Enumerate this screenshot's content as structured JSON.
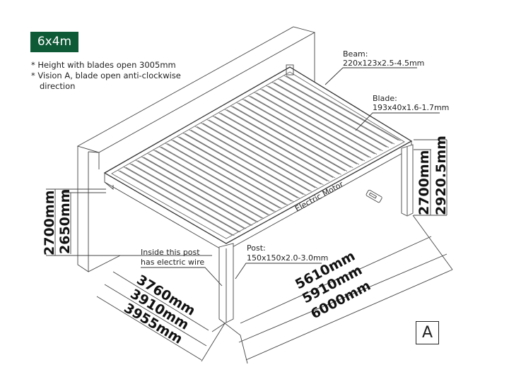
{
  "size_badge": "6x4m",
  "notes": [
    "* Height with blades open 3005mm",
    "* Vision A, blade open anti-clockwise",
    "direction"
  ],
  "callouts": {
    "beam_title": "Beam:",
    "beam_spec": "220x123x2.5-4.5mm",
    "blade_title": "Blade:",
    "blade_spec": "193x40x1.6-1.7mm",
    "post_title": "Post:",
    "post_spec": "150x150x2.0-3.0mm",
    "wire_line1": "Inside this post",
    "wire_line2": "has electric wire",
    "motor": "Electric Motor"
  },
  "dimensions": {
    "left_height_outer": "2700mm",
    "left_height_inner": "2650mm",
    "right_height_inner": "2700mm",
    "right_height_outer": "2920.5mm",
    "depth": [
      "3760mm",
      "3910mm",
      "3955mm"
    ],
    "width": [
      "5610mm",
      "5910mm",
      "6000mm"
    ]
  },
  "view_label": "A",
  "brand_color": "#0e5a36"
}
